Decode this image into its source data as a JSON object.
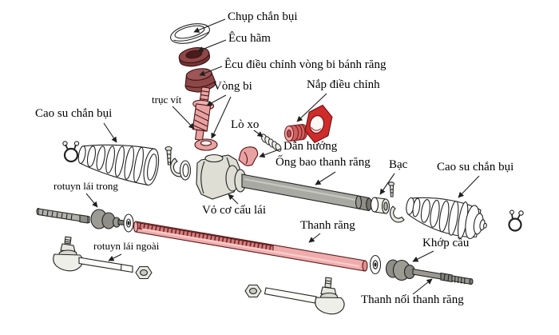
{
  "diagram": {
    "type": "exploded-parts-diagram",
    "subject": "rack and pinion steering gear"
  },
  "colors": {
    "background": "#ffffff",
    "outline": "#222222",
    "pink_part": "#e8a2a2",
    "maroon_nut": "#8e4747",
    "bright_red_cap": "#cf2b2b",
    "rack_pink": "#f0acac",
    "tube_gray": "#a9a9a3",
    "housing_gray": "#deded4",
    "metal_gray": "#9a9a94"
  },
  "labels": {
    "chup_chan_bui": "Chụp chắn bụi",
    "ecu_ham": "Êcu hãm",
    "ecu_dieu_chinh_vong_bi": "Êcu điều chỉnh vòng bi bánh răng",
    "vong_bi": "Vòng bi",
    "nap_dieu_chinh": "Nắp điều chỉnh",
    "truc_vit": "trục vít",
    "lo_xo": "Lò xo",
    "cao_su_chan_bui_trai": "Cao su chắn bụi",
    "dan_huong": "Dẫn hướng",
    "ong_bao_thanh_rang": "Ống bao thanh răng",
    "bac": "Bạc",
    "cao_su_chan_bui_phai": "Cao su chắn bụi",
    "rotuyn_lai_trong": "rotuyn lái trong",
    "vo_co_cau_lai": "Vỏ cơ cấu lái",
    "thanh_rang": "Thanh răng",
    "khop_cau": "Khớp cầu",
    "rotuyn_lai_ngoai": "rotuyn lái ngoài",
    "thanh_noi_thanh_rang": "Thanh nối thanh răng"
  }
}
